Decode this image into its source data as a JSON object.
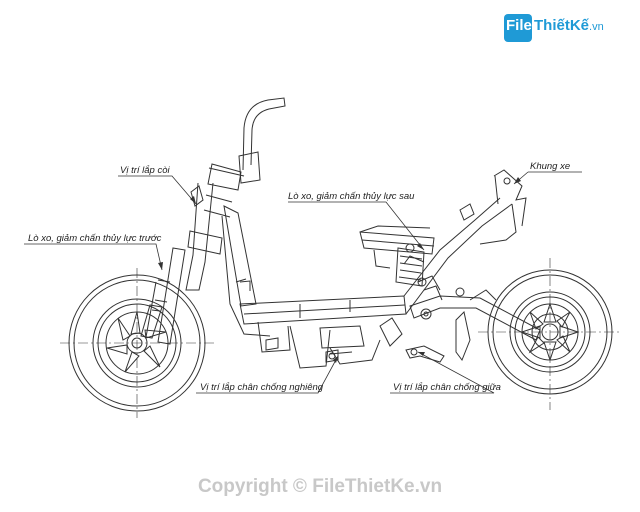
{
  "logo": {
    "box_text": "File",
    "text": "ThiếtKế",
    "suffix": ".vn"
  },
  "labels": {
    "horn_mount": "Vị trí lắp còi",
    "front_shock": "Lò xo, giảm chấn thủy lực trước",
    "rear_shock": "Lò xo, giảm chấn thủy lực sau",
    "frame": "Khung xe",
    "side_stand": "Vị trí lắp chân chống nghiêng",
    "center_stand": "Vị trí lắp chân chống giữa"
  },
  "copyright": "Copyright © FileThietKe.vn",
  "colors": {
    "line": "#333333",
    "brand": "#1f9ad6",
    "watermark": "#c8c8c8"
  }
}
